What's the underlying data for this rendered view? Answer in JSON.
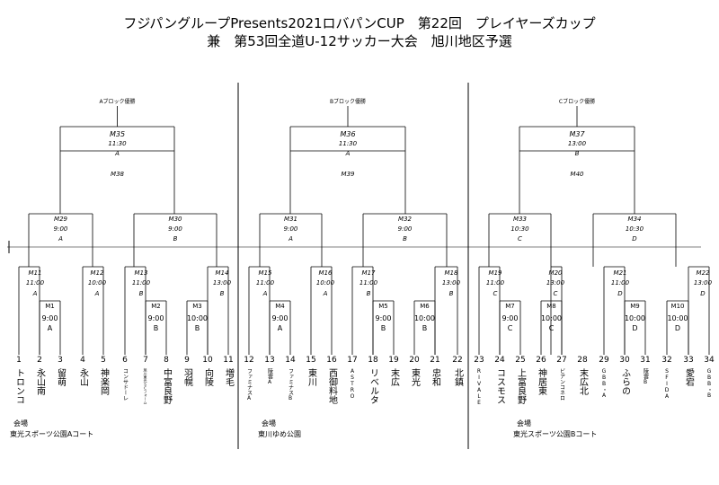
{
  "title": {
    "line1": "フジパングループPresents2021ロバパンCUP　第22回　プレイヤーズカップ",
    "line2": "兼　第53回全道U-12サッカー大会　旭川地区予選"
  },
  "blocks": [
    {
      "winner_label": "Aブロック優勝",
      "final": {
        "id": "M35",
        "time": "11:30",
        "court": "A",
        "third": "M38"
      },
      "semis": [
        {
          "id": "M29",
          "time": "9:00",
          "court": "A"
        },
        {
          "id": "M30",
          "time": "9:00",
          "court": "B"
        }
      ],
      "r2": [
        {
          "id": "M11",
          "time": "11:00",
          "court": "A"
        },
        {
          "id": "M12",
          "time": "10:00",
          "court": "A"
        },
        {
          "id": "M13",
          "time": "11:00",
          "court": "B"
        },
        {
          "id": "M14",
          "time": "13:00",
          "court": "B"
        }
      ],
      "r1": [
        {
          "id": "M1",
          "time": "9:00",
          "court": "A"
        },
        {
          "id": "M2",
          "time": "9:00",
          "court": "B"
        },
        {
          "id": "M3",
          "time": "10:00",
          "court": "B"
        }
      ],
      "venue_label": "会場",
      "venue": "東光スポーツ公園Aコート"
    },
    {
      "winner_label": "Bブロック優勝",
      "final": {
        "id": "M36",
        "time": "11:30",
        "court": "A",
        "third": "M39"
      },
      "semis": [
        {
          "id": "M31",
          "time": "9:00",
          "court": "A"
        },
        {
          "id": "M32",
          "time": "9:00",
          "court": "B"
        }
      ],
      "r2": [
        {
          "id": "M15",
          "time": "11:00",
          "court": "A"
        },
        {
          "id": "M16",
          "time": "10:00",
          "court": "A"
        },
        {
          "id": "M17",
          "time": "11:00",
          "court": "B"
        },
        {
          "id": "M18",
          "time": "13:00",
          "court": "B"
        }
      ],
      "r1": [
        {
          "id": "M4",
          "time": "9:00",
          "court": "A"
        },
        {
          "id": "M5",
          "time": "9:00",
          "court": "B"
        },
        {
          "id": "M6",
          "time": "10:00",
          "court": "B"
        }
      ],
      "venue_label": "会場",
      "venue": "東川ゆめ公園"
    },
    {
      "winner_label": "Cブロック優勝",
      "final": {
        "id": "M37",
        "time": "13:00",
        "court": "B",
        "third": "M40"
      },
      "semis": [
        {
          "id": "M33",
          "time": "10:30",
          "court": "C"
        },
        {
          "id": "M34",
          "time": "10:30",
          "court": "D"
        }
      ],
      "r2": [
        {
          "id": "M19",
          "time": "11:00",
          "court": "C"
        },
        {
          "id": "M20",
          "time": "13:00",
          "court": "C"
        },
        {
          "id": "M21",
          "time": "11:00",
          "court": "D"
        },
        {
          "id": "M22",
          "time": "13:00",
          "court": "D"
        }
      ],
      "r1": [
        {
          "id": "M7",
          "time": "9:00",
          "court": "C"
        },
        {
          "id": "M8",
          "time": "10:00",
          "court": "C"
        },
        {
          "id": "M9",
          "time": "10:00",
          "court": "D"
        },
        {
          "id": "M10",
          "time": "10:00",
          "court": "D"
        }
      ],
      "venue_label": "会場",
      "venue": "東光スポーツ公園Bコート"
    }
  ],
  "teams": [
    {
      "no": "1",
      "name": "トロンコ"
    },
    {
      "no": "2",
      "name": "永山南"
    },
    {
      "no": "3",
      "name": "留萌"
    },
    {
      "no": "4",
      "name": "永山"
    },
    {
      "no": "5",
      "name": "神楽岡"
    },
    {
      "no": "6",
      "name": "コンサドーレ"
    },
    {
      "no": "7",
      "name": "旭川東光ＳＣフォーム"
    },
    {
      "no": "8",
      "name": "中富良野"
    },
    {
      "no": "9",
      "name": "羽幌"
    },
    {
      "no": "10",
      "name": "向陵"
    },
    {
      "no": "11",
      "name": "増毛"
    },
    {
      "no": "12",
      "name": "ファミナスA"
    },
    {
      "no": "13",
      "name": "陵雲A"
    },
    {
      "no": "14",
      "name": "ファミナスB"
    },
    {
      "no": "15",
      "name": "東川"
    },
    {
      "no": "16",
      "name": "西御料地"
    },
    {
      "no": "17",
      "name": "ASTRO"
    },
    {
      "no": "18",
      "name": "リベルタ"
    },
    {
      "no": "19",
      "name": "末広"
    },
    {
      "no": "20",
      "name": "東光"
    },
    {
      "no": "21",
      "name": "忠和"
    },
    {
      "no": "22",
      "name": "北鎮"
    },
    {
      "no": "23",
      "name": "RIVALE"
    },
    {
      "no": "24",
      "name": "コスモス"
    },
    {
      "no": "25",
      "name": "上富良野"
    },
    {
      "no": "26",
      "name": "神居東"
    },
    {
      "no": "27",
      "name": "ビアンコネロ"
    },
    {
      "no": "28",
      "name": "末広北"
    },
    {
      "no": "29",
      "name": "GBB・A"
    },
    {
      "no": "30",
      "name": "ふらの"
    },
    {
      "no": "31",
      "name": "陵雲B"
    },
    {
      "no": "32",
      "name": "SFIDA"
    },
    {
      "no": "33",
      "name": "愛宕"
    },
    {
      "no": "34",
      "name": "GBB・B"
    }
  ]
}
